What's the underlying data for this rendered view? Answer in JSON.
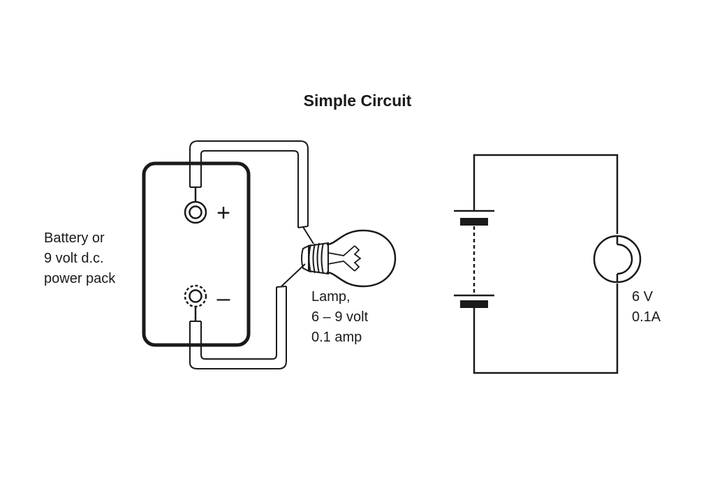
{
  "title": "Simple Circuit",
  "pictorial": {
    "battery_label": [
      "Battery or",
      "9 volt d.c.",
      "power pack"
    ],
    "positive_symbol": "+",
    "negative_symbol": "–",
    "lamp_label": [
      "Lamp,",
      "6 – 9 volt",
      "0.1 amp"
    ]
  },
  "schematic": {
    "voltage_label": "6 V",
    "current_label": "0.1A"
  },
  "colors": {
    "ink": "#1a1a1a",
    "background": "#ffffff"
  }
}
